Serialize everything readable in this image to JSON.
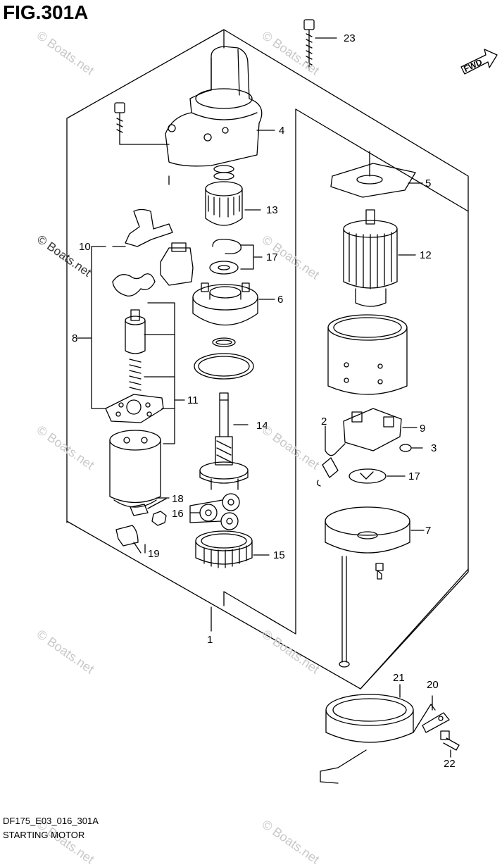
{
  "figure": {
    "title": "FIG.301A",
    "code": "DF175_E03_016_301A",
    "caption": "STARTING MOTOR",
    "direction_label": "FWD"
  },
  "watermark": "© Boats.net",
  "callouts": {
    "c1": "1",
    "c2": "2",
    "c3": "3",
    "c4": "4",
    "c5": "5",
    "c6": "6",
    "c7": "7",
    "c8": "8",
    "c9": "9",
    "c10": "10",
    "c11": "11",
    "c12": "12",
    "c13": "13",
    "c14": "14",
    "c15": "15",
    "c16": "16",
    "c17a": "17",
    "c17b": "17",
    "c18": "18",
    "c19": "19",
    "c20": "20",
    "c21": "21",
    "c22": "22",
    "c23": "23"
  }
}
